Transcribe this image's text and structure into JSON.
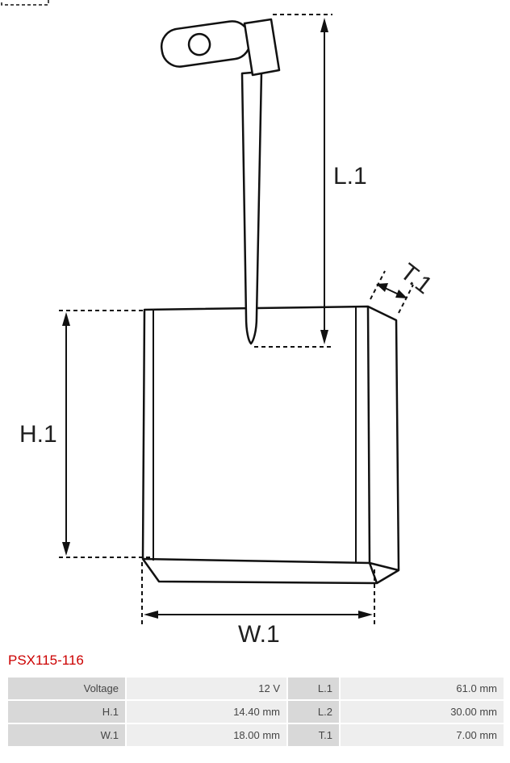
{
  "part_number": "PSX115-116",
  "diagram": {
    "labels": {
      "l1": "L.1",
      "h1": "H.1",
      "w1": "W.1",
      "t1": "T.1"
    }
  },
  "spec_table": {
    "rows": [
      {
        "c1_label": "Voltage",
        "c1_value": "12 V",
        "c2_label": "L.1",
        "c2_value": "61.0 mm"
      },
      {
        "c1_label": "H.1",
        "c1_value": "14.40 mm",
        "c2_label": "L.2",
        "c2_value": "30.00 mm"
      },
      {
        "c1_label": "W.1",
        "c1_value": "18.00 mm",
        "c2_label": "T.1",
        "c2_value": "7.00 mm"
      }
    ]
  },
  "colors": {
    "accent_red": "#cc0000",
    "label_cell_bg": "#d8d8d8",
    "value_cell_bg": "#eeeeee",
    "line_color": "#111111"
  }
}
